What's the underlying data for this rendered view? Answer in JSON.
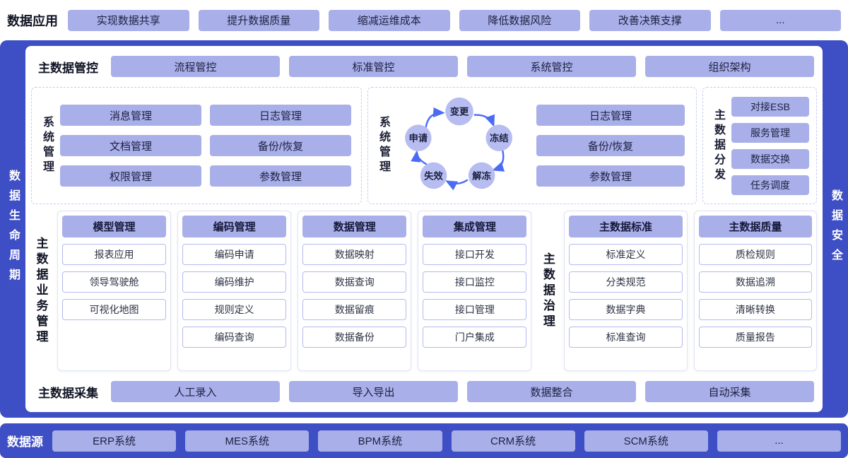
{
  "colors": {
    "band": "#3e4fc6",
    "button": "#a9afe9",
    "arrow": "#4b6bf5",
    "node": "#b7bdf0"
  },
  "top_bar": {
    "label": "数据应用",
    "items": [
      "实现数据共享",
      "提升数据质量",
      "缩减运维成本",
      "降低数据风险",
      "改善决策支撑",
      "..."
    ]
  },
  "left_bar": "数据生命周期",
  "right_bar": "数据安全",
  "control_row": {
    "label": "主数据管控",
    "items": [
      "流程管控",
      "标准管控",
      "系统管控",
      "组织架构"
    ]
  },
  "system_left": {
    "label": "系统管理",
    "items": [
      "消息管理",
      "日志管理",
      "文档管理",
      "备份/恢复",
      "权限管理",
      "参数管理"
    ]
  },
  "system_mid": {
    "label": "系统管理",
    "cycle": [
      "申请",
      "变更",
      "冻结",
      "解冻",
      "失效"
    ],
    "items": [
      "日志管理",
      "备份/恢复",
      "参数管理"
    ]
  },
  "distribution": {
    "label": "主数据分发",
    "items": [
      "对接ESB",
      "服务管理",
      "数据交换",
      "任务调度"
    ]
  },
  "business": {
    "label": "主数据业务管理",
    "columns": [
      {
        "header": "模型管理",
        "items": [
          "报表应用",
          "领导驾驶舱",
          "可视化地图"
        ]
      },
      {
        "header": "编码管理",
        "items": [
          "编码申请",
          "编码维护",
          "规则定义",
          "编码查询"
        ]
      },
      {
        "header": "数据管理",
        "items": [
          "数据映射",
          "数据查询",
          "数据留痕",
          "数据备份"
        ]
      },
      {
        "header": "集成管理",
        "items": [
          "接口开发",
          "接口监控",
          "接口管理",
          "门户集成"
        ]
      }
    ]
  },
  "governance": {
    "label": "主数据治理",
    "columns": [
      {
        "header": "主数据标准",
        "items": [
          "标准定义",
          "分类规范",
          "数据字典",
          "标准查询"
        ]
      },
      {
        "header": "主数据质量",
        "items": [
          "质检规则",
          "数据追溯",
          "清晰转换",
          "质量报告"
        ]
      }
    ]
  },
  "collection_row": {
    "label": "主数据采集",
    "items": [
      "人工录入",
      "导入导出",
      "数据整合",
      "自动采集"
    ]
  },
  "sources": {
    "label": "数据源",
    "items": [
      "ERP系统",
      "MES系统",
      "BPM系统",
      "CRM系统",
      "SCM系统",
      "..."
    ]
  }
}
